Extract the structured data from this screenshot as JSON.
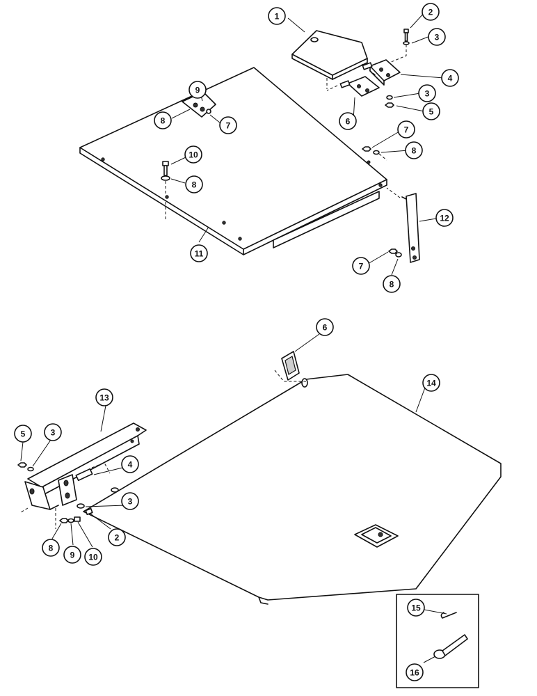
{
  "callouts": [
    {
      "label": "1"
    },
    {
      "label": "2"
    },
    {
      "label": "3"
    },
    {
      "label": "4"
    },
    {
      "label": "3"
    },
    {
      "label": "5"
    },
    {
      "label": "6"
    },
    {
      "label": "9"
    },
    {
      "label": "8"
    },
    {
      "label": "7"
    },
    {
      "label": "7"
    },
    {
      "label": "8"
    },
    {
      "label": "10"
    },
    {
      "label": "8"
    },
    {
      "label": "11"
    },
    {
      "label": "12"
    },
    {
      "label": "7"
    },
    {
      "label": "8"
    },
    {
      "label": "6"
    },
    {
      "label": "14"
    },
    {
      "label": "13"
    },
    {
      "label": "5"
    },
    {
      "label": "3"
    },
    {
      "label": "4"
    },
    {
      "label": "3"
    },
    {
      "label": "2"
    },
    {
      "label": "8"
    },
    {
      "label": "9"
    },
    {
      "label": "10"
    },
    {
      "label": "15"
    },
    {
      "label": "16"
    }
  ]
}
